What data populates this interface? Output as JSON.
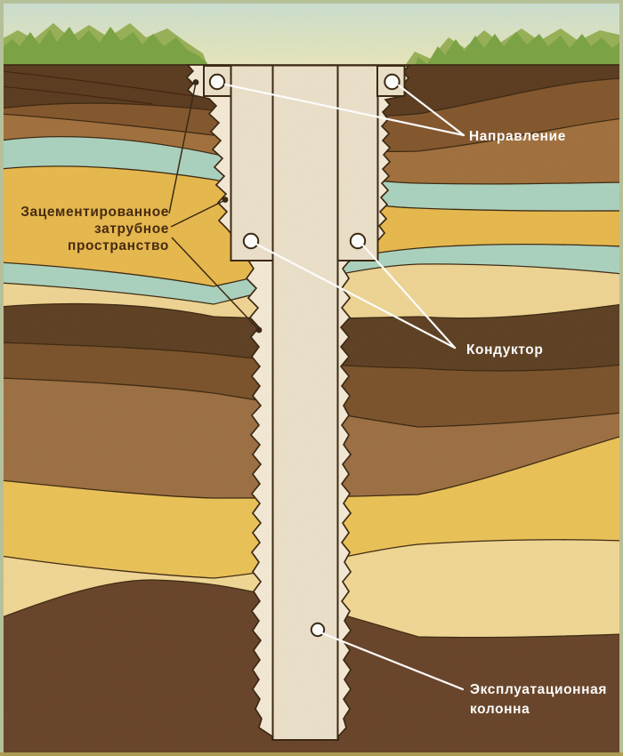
{
  "diagram": {
    "type": "well-casing-cross-section",
    "labels": {
      "direction": "Направление",
      "cemented_annulus": [
        "Зацементированное",
        "затрубное",
        "пространство"
      ],
      "conductor": "Кондуктор",
      "production_casing": [
        "Эксплуатационная",
        "колонна"
      ]
    },
    "colors": {
      "sky_top": "#cbdfd3",
      "sky_horizon": "#f0e9bd",
      "grass": "#7ba344",
      "grass_back": "#97b158",
      "topsoil": "#5b3c21",
      "soil_brown": "#84572e",
      "soil_tan": "#a1713d",
      "water_band": "#aad2bf",
      "ochre": "#e7b94e",
      "pale_yellow": "#eed494",
      "deep_brown": "#5e4124",
      "mid_brown": "#7b532c",
      "tan2": "#9c7044",
      "gold": "#eac258",
      "sand": "#f0d795",
      "bottom_brown": "#68452a",
      "casing": "#ebe0ca",
      "cement_background": "#f3e9d5",
      "hatch_line": "#523418",
      "outline": "#3a2712",
      "label_dark": "#45290f",
      "label_light": "#ffffff",
      "frame": "#b5c09a",
      "frame_bottom": "#ab9c52"
    }
  }
}
